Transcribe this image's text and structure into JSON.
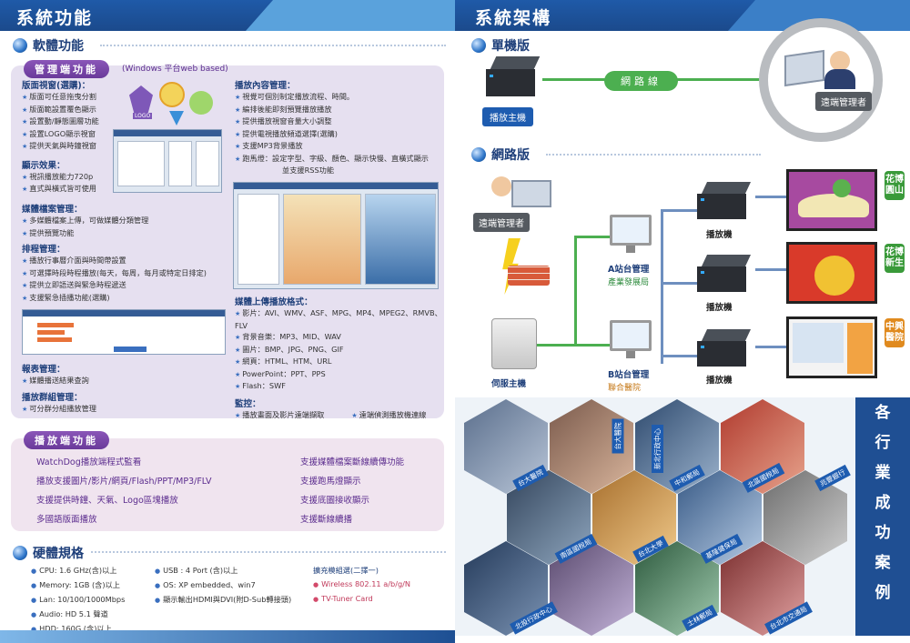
{
  "left": {
    "banner_title": "系統功能",
    "software_title": "軟體功能",
    "mgmt": {
      "pill": "管理端功能",
      "platform": "(Windows 平台web based)",
      "layout_title": "版面視窗(選購)：",
      "layout_items": [
        "版面可任意拖曳分割",
        "版面範設置覆色顯示",
        "設置動/靜態圖層功能",
        "設置LOGO顯示視窗",
        "提供天氣與時鐘視窗"
      ],
      "display_title": "顯示效果：",
      "display_items": [
        "視訊播放能力720p",
        "直式與橫式皆可使用"
      ],
      "media_title": "媒體檔案管理：",
      "media_items": [
        "多媒體檔案上傳，可做媒體分類管理",
        "提供預覽功能"
      ],
      "schedule_title": "排程管理：",
      "schedule_items": [
        "播放行事曆介面與時間帶設置",
        "可選擇時段時程播放(每天，每周，每月或特定日排定)",
        "提供立即語送與緊急時程遞送",
        "支援緊急插播功能(選購)"
      ],
      "report_title": "報表管理：",
      "report_items": [
        "媒體播送結果查詢"
      ],
      "group_title": "播放群組管理：",
      "group_items": [
        "可分群分組播放管理"
      ],
      "content_title": "播放內容管理：",
      "content_items": [
        "視覺可個別制定播放流程、時間。",
        "編排後能即刻預覽播放播放",
        "提供播放視窗音量大小調整",
        "提供電視播放頻道選擇(選購)",
        "支援MP3背景播放"
      ],
      "marquee_item": "跑馬燈：設定字型、字級、顏色、顯示快慢、直橫式顯示",
      "marquee_item2": "並支援RSS功能",
      "upload_title": "媒體上傳播放格式：",
      "upload_items": [
        "影片：AVI、WMV、ASF、MPG、MP4、MPEG2、RMVB、FLV",
        "背景音樂：MP3、MID、WAV",
        "圖片：BMP、JPG、PNG、GIF",
        "網頁：HTML、HTM、URL",
        "PowerPoint：PPT、PPS",
        "Flash：SWF"
      ],
      "monitor_title": "監控：",
      "monitor_item1": "播放畫面及影片遠端擷取",
      "monitor_item2": "遠端偵測播放機連線"
    },
    "player": {
      "pill": "播放端功能",
      "col1": [
        "WatchDog播放端程式監看",
        "播放支援圖片/影片/網頁/Flash/PPT/MP3/FLV",
        "支援提供時鐘、天氣、Logo區塊播放",
        "多國語版面播放"
      ],
      "col2": [
        "支援媒體檔案斷線續傳功能",
        "支援跑馬燈顯示",
        "支援底圖接收顯示",
        "支援斷線續播"
      ]
    },
    "hardware": {
      "title": "硬體規格",
      "col1": [
        "CPU: 1.6 GHz(含)以上",
        "Memory: 1GB (含)以上",
        "Lan: 10/100/1000Mbps",
        "Audio: HD 5.1 聲道",
        "HDD: 160G (含)以上"
      ],
      "col2": [
        "USB : 4 Port (含)以上",
        "OS: XP embedded、win7",
        "顯示輸出HDMI與DVI(附D-Sub轉接頭)"
      ],
      "col3_title": "擴充模組選(二擇一)",
      "col3": [
        "Wireless 802.11 a/b/g/N",
        "TV-Tuner Card"
      ]
    },
    "logo_text": "LOGO"
  },
  "right": {
    "banner_title": "系統架構",
    "standalone_title": "單機版",
    "network_label": "網路線",
    "player_host": "播放主機",
    "remote_admin": "遠端管理者",
    "network_title": "網路版",
    "remote_admin2": "遠端管理者",
    "site_a": "A站台管理",
    "site_a_org": "產業發展局",
    "site_b": "B站台管理",
    "site_b_org": "聯合醫院",
    "server": "伺服主機",
    "player1": "播放機",
    "player2": "播放機",
    "player3": "播放機",
    "side1": "花博圓山",
    "side2": "花博新生",
    "side3": "中興醫院",
    "success": [
      "各",
      "行",
      "業",
      "成",
      "功",
      "案",
      "例"
    ],
    "hex_labels": [
      "台大醫院",
      "台大醫院",
      "新北行政中心",
      "中和郵局",
      "北區國稅局",
      "兆豐銀行",
      "南區國稅局",
      "台北大學",
      "基隆健保局",
      "北投行政中心",
      "士林郵局",
      "台北市交通局"
    ]
  },
  "colors": {
    "banner": "#1f5aa8",
    "accent_purple": "#6a3a9a",
    "network_green": "#4caf50",
    "side_green": "#3a9a3a",
    "side_red": "#c0392b",
    "side_orange": "#e08a1e"
  }
}
